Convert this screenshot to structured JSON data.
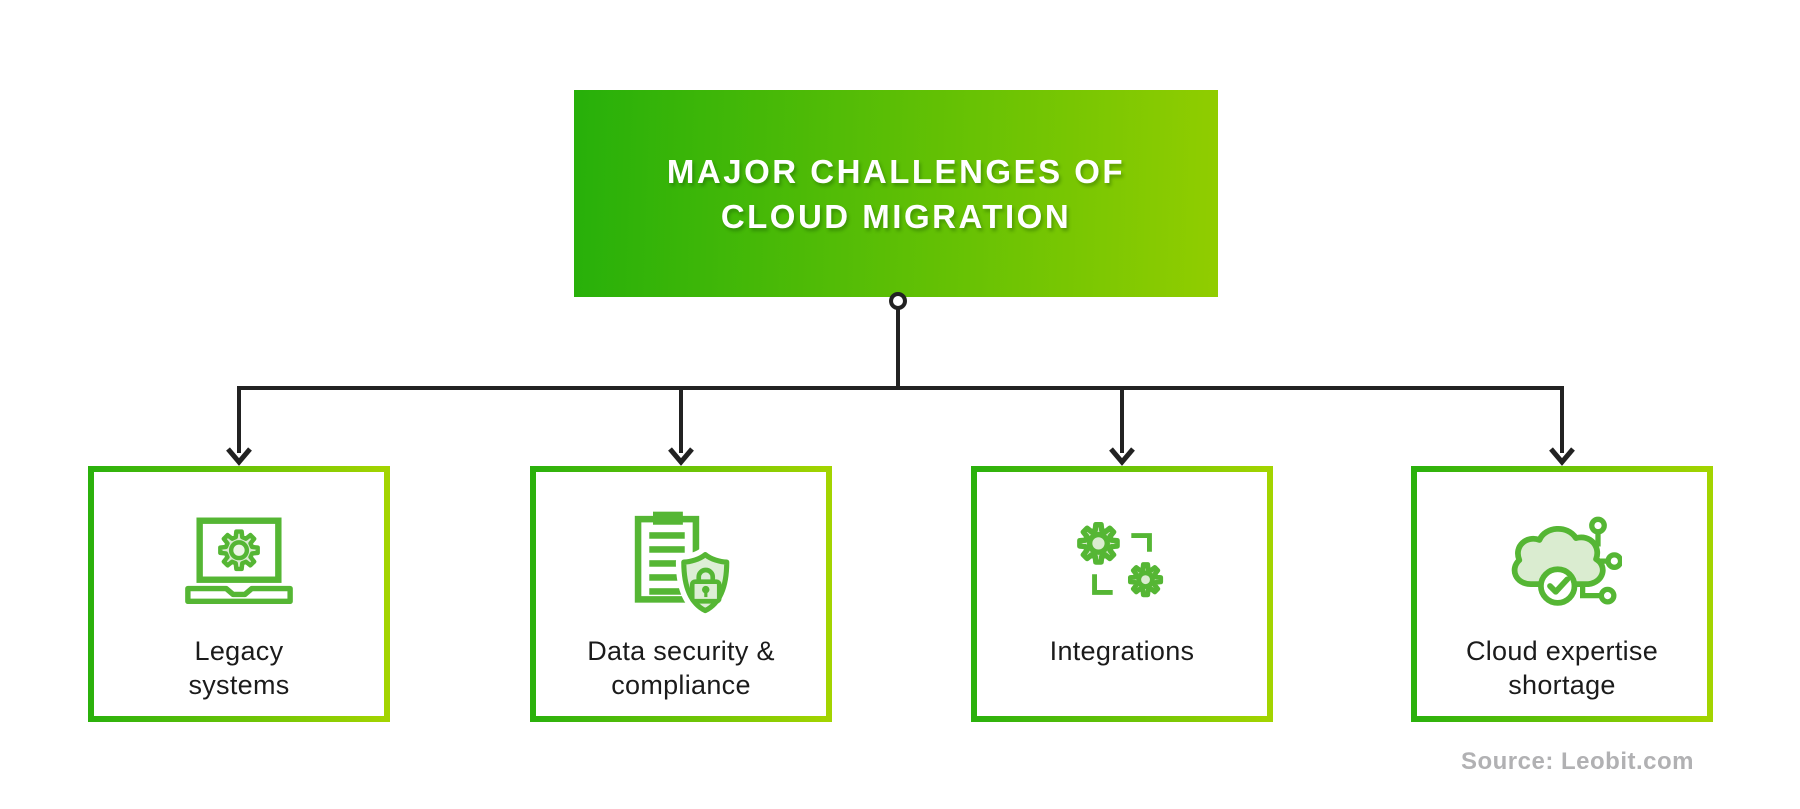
{
  "header": {
    "title_line1": "MAJOR CHALLENGES OF",
    "title_line2": "CLOUD MIGRATION"
  },
  "challenges": [
    {
      "id": "legacy-systems",
      "icon": "laptop-gear-icon",
      "lines": [
        "Legacy",
        "systems"
      ]
    },
    {
      "id": "data-security-compliance",
      "icon": "clipboard-shield-lock-icon",
      "lines": [
        "Data security &",
        "compliance"
      ]
    },
    {
      "id": "integrations",
      "icon": "gears-sync-icon",
      "lines": [
        "Integrations"
      ]
    },
    {
      "id": "cloud-expertise-shortage",
      "icon": "cloud-network-check-icon",
      "lines": [
        "Cloud expertise",
        "shortage"
      ]
    }
  ],
  "source": {
    "label": "Source: Leobit.com"
  },
  "colors": {
    "header_gradient_start": "#27b00a",
    "header_gradient_end": "#91cd00",
    "box_border_gradient_start": "#2bb10c",
    "box_border_gradient_end": "#a3d400",
    "icon_stroke": "#55b634",
    "icon_fill": "#daecd0",
    "connector_line": "#222222",
    "label_text": "#1b1b1b",
    "source_text": "#b1b1b3"
  }
}
